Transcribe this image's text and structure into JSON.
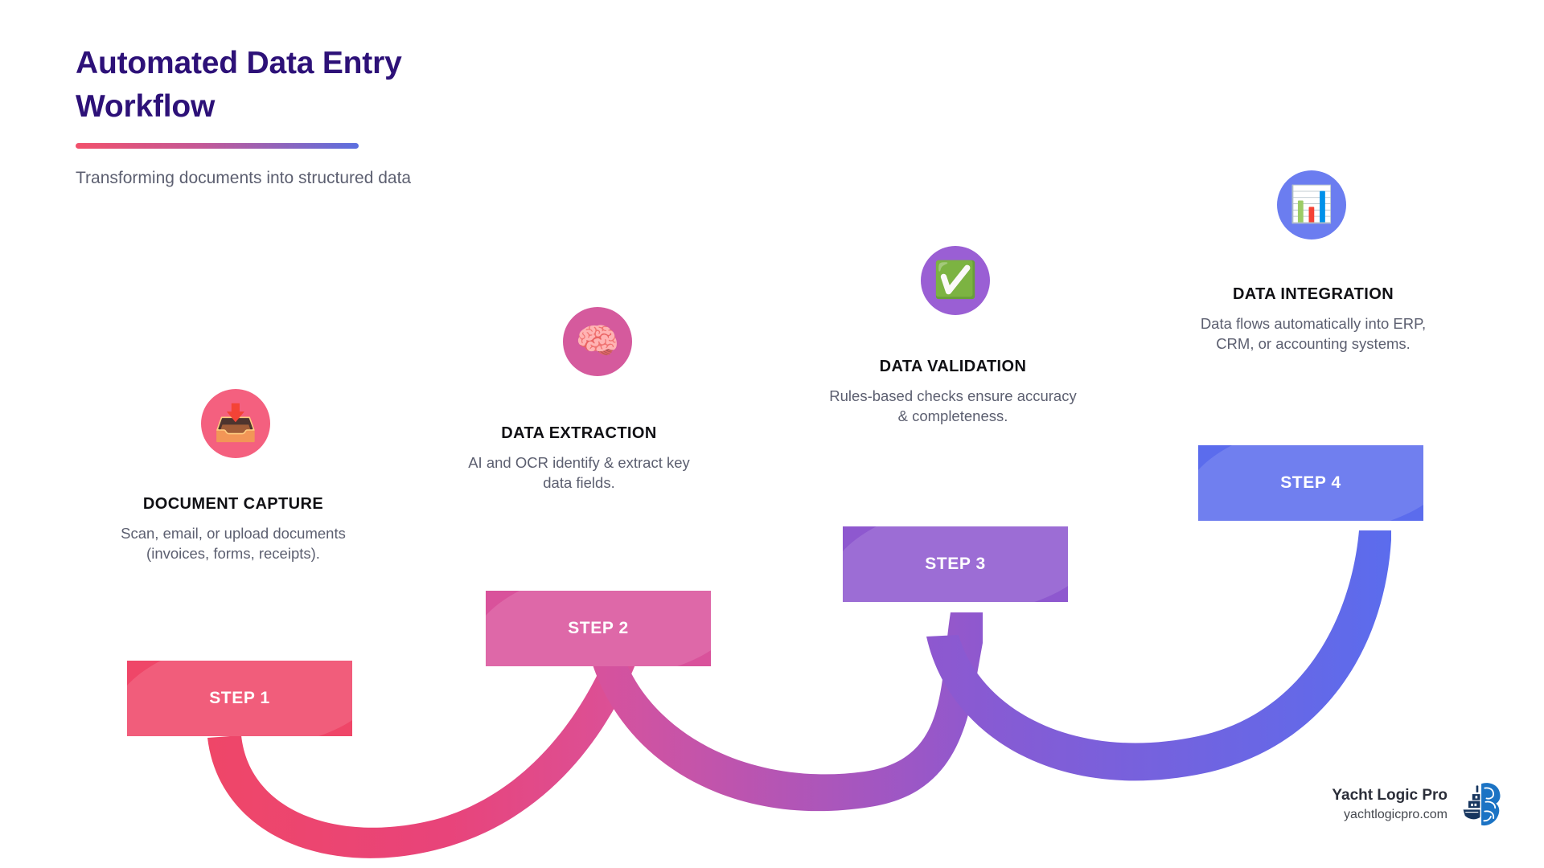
{
  "header": {
    "title": "Automated Data Entry Workflow",
    "subtitle": "Transforming documents into structured data",
    "rule_gradient_from": "#f2506b",
    "rule_gradient_to": "#5b6fe0"
  },
  "steps": [
    {
      "banner_label": "STEP 1",
      "heading": "DOCUMENT CAPTURE",
      "description": "Scan, email, or upload documents (invoices, forms, receipts).",
      "icon": "inbox-tray-icon",
      "icon_glyph": "📥",
      "circle_color": "#f4607f",
      "banner_color": "#ef4668"
    },
    {
      "banner_label": "STEP 2",
      "heading": "DATA EXTRACTION",
      "description": "AI and OCR identify & extract key data fields.",
      "icon": "brain-icon",
      "icon_glyph": "🧠",
      "circle_color": "#d55a9d",
      "banner_color": "#d9529b"
    },
    {
      "banner_label": "STEP 3",
      "heading": "DATA VALIDATION",
      "description": "Rules-based checks ensure accuracy & completeness.",
      "icon": "check-mark-button-icon",
      "icon_glyph": "✅",
      "circle_color": "#9a5fd4",
      "banner_color": "#8e58cf"
    },
    {
      "banner_label": "STEP 4",
      "heading": "DATA INTEGRATION",
      "description": "Data flows automatically into ERP, CRM, or accounting systems.",
      "icon": "bar-chart-icon",
      "icon_glyph": "📊",
      "circle_color": "#6b7df0",
      "banner_color": "#5b6ced"
    }
  ],
  "brand": {
    "name": "Yacht Logic Pro",
    "url": "yachtlogicpro.com",
    "logo": "yacht-brain-logo",
    "logo_color": "#1b73c4",
    "logo_dark": "#16355e"
  }
}
